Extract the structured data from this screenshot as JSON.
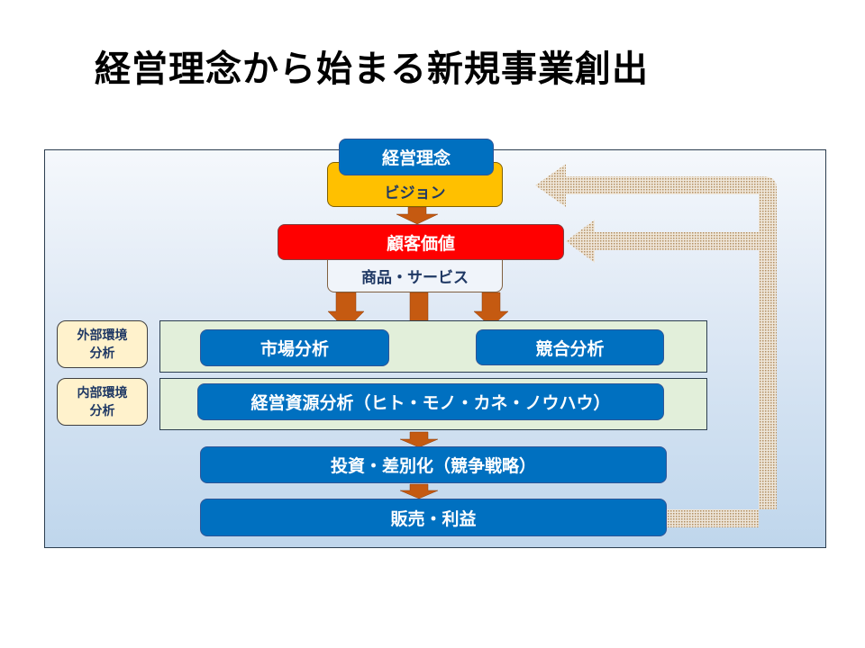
{
  "title": "経営理念から始まる新規事業創出",
  "diagram": {
    "top": {
      "rinen": "経営理念",
      "vision": "ビジョン"
    },
    "value": {
      "kokyaku": "顧客価値",
      "shohin": "商品・サービス"
    },
    "external": {
      "label_line1": "外部環境",
      "label_line2": "分析",
      "market": "市場分析",
      "competition": "競合分析"
    },
    "internal": {
      "label_line1": "内部環境",
      "label_line2": "分析",
      "resources": "経営資源分析（ヒト・モノ・カネ・ノウハウ）"
    },
    "strategy": "投資・差別化（競争戦略）",
    "result": "販売・利益"
  },
  "colors": {
    "blue": "#0070c0",
    "red": "#ff0000",
    "gold": "#ffc000",
    "arrow": "#c55a11",
    "feedback": "#d9c3a5"
  }
}
